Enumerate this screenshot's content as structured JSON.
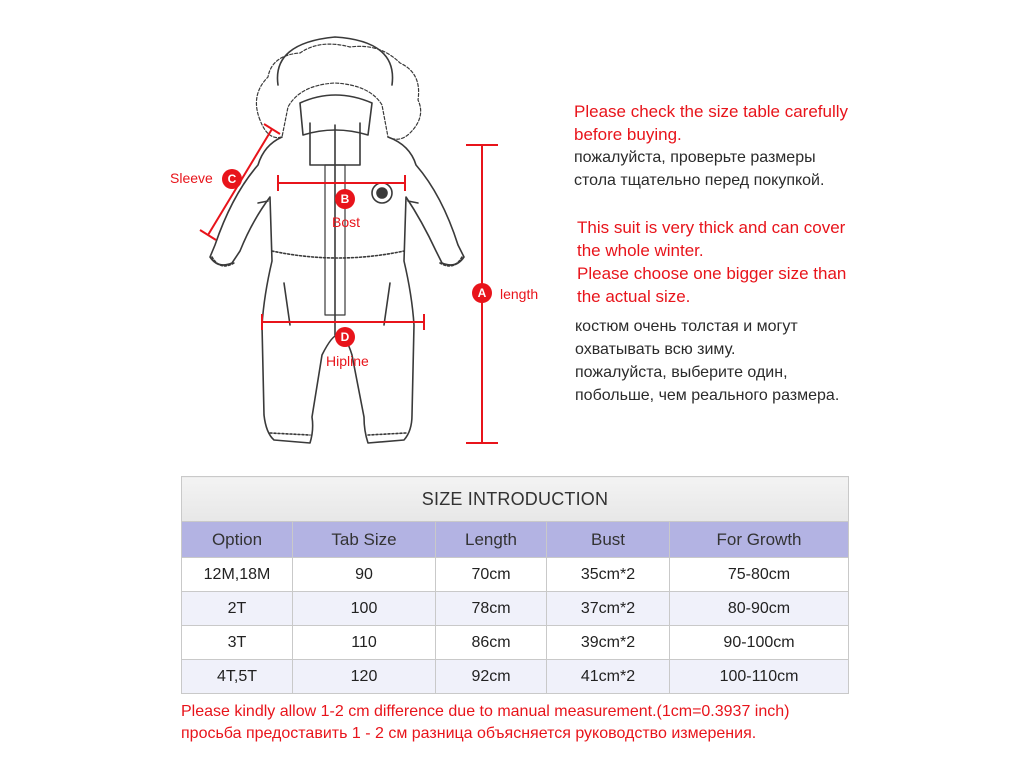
{
  "diagram": {
    "labels": {
      "sleeve": "Sleeve",
      "bust": "Bost",
      "hipline": "Hipline",
      "length": "length"
    },
    "markers": {
      "a": "A",
      "b": "B",
      "c": "C",
      "d": "D"
    },
    "colors": {
      "measure": "#e8141b",
      "sketch": "#3a3a3a"
    }
  },
  "notes": {
    "check_en": "Please check the size table carefully\nbefore buying.",
    "check_ru": "пожалуйста, проверьте размеры\nстола тщательно перед покупкой.",
    "thick_en": "This suit is very thick and can cover\nthe whole winter.\nPlease choose one bigger size than\nthe actual size.",
    "thick_ru": "костюм очень толстая и могут\nохватывать всю зиму.\nпожалуйста, выберите один,\nпобольше, чем реального размера."
  },
  "table": {
    "title": "SIZE INTRODUCTION",
    "columns": [
      "Option",
      "Tab Size",
      "Length",
      "Bust",
      "For Growth"
    ],
    "rows": [
      [
        "12M,18M",
        "90",
        "70cm",
        "35cm*2",
        "75-80cm"
      ],
      [
        "2T",
        "100",
        "78cm",
        "37cm*2",
        "80-90cm"
      ],
      [
        "3T",
        "110",
        "86cm",
        "39cm*2",
        "90-100cm"
      ],
      [
        "4T,5T",
        "120",
        "92cm",
        "41cm*2",
        "100-110cm"
      ]
    ],
    "colors": {
      "header_bg": "#b3b3e3",
      "alt_row_bg": "#f0f1fa"
    }
  },
  "footer": {
    "en": "Please kindly allow 1-2 cm difference due to manual measurement.(1cm=0.3937 inch)",
    "ru": "просьба предоставить 1 - 2 см разница объясняется руководство измерения."
  }
}
